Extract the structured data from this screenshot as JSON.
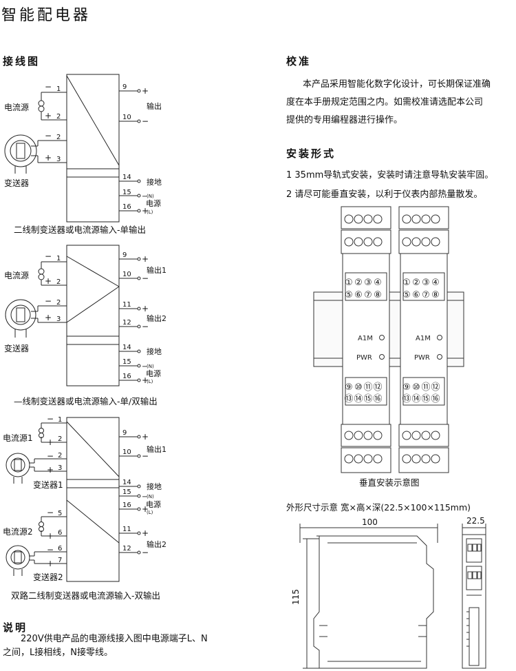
{
  "title": "智能配电器",
  "wiring": {
    "heading": "接线图",
    "d1": {
      "caption": "二线制变送器或电流源输入-单输出",
      "source": "电流源",
      "transmitter": "变送器",
      "left_terms": [
        "1",
        "2",
        "2",
        "3"
      ],
      "right_terms": [
        "9",
        "10",
        "14",
        "15",
        "16"
      ],
      "out_label": "输出",
      "ground": "接地",
      "power": "电源",
      "n_mark": "(N)",
      "l_mark": "(L)"
    },
    "d2": {
      "caption": "—线制变送器或电流源输入-单/双输出",
      "source": "电流源",
      "transmitter": "变送器",
      "left_terms": [
        "1",
        "2",
        "2",
        "3"
      ],
      "right_terms": [
        "9",
        "10",
        "11",
        "12",
        "14",
        "15",
        "16"
      ],
      "out1": "输出1",
      "out2": "输出2",
      "ground": "接地",
      "power": "电源",
      "n_mark": "(N)",
      "l_mark": "(L)"
    },
    "d3": {
      "caption": "双路二线制变送器或电流源输入-双输出",
      "source1": "电流源1",
      "transmitter1": "变送器1",
      "source2": "电流源2",
      "transmitter2": "变送器2",
      "left_terms": [
        "1",
        "2",
        "2",
        "3",
        "5",
        "6",
        "6",
        "7"
      ],
      "right_terms": [
        "9",
        "10",
        "14",
        "15",
        "16",
        "11",
        "12"
      ],
      "out1": "输出1",
      "out2": "输出2",
      "ground": "接地",
      "power": "电源",
      "n_mark": "(N)",
      "l_mark": "(L)"
    }
  },
  "explain": {
    "heading": "说明",
    "line1": "220V供电产品的电源线接入图中电源端子L、N",
    "line2": "之间，L接相线，N接零线。"
  },
  "calibration": {
    "heading": "校准",
    "line1": "本产品采用智能化数字化设计，可长期保证准确",
    "line2": "度在本手册规定范围之内。如需校准请选配本公司",
    "line3": "提供的专用编程器进行操作。"
  },
  "install": {
    "heading": "安装形式",
    "line1": "1 35mm导轨式安装，安装时请注意导轨安装牢固。",
    "line2": "2 请尽可能垂直安装，以利于仪表内部热量散发。",
    "caption": "垂直安装示意图",
    "top_numbers": [
      "①",
      "②",
      "③",
      "④",
      "⑤",
      "⑥",
      "⑦",
      "⑧"
    ],
    "bottom_numbers": [
      "⑨",
      "⑩",
      "⑪",
      "⑫",
      "⑬",
      "⑭",
      "⑮",
      "⑯"
    ],
    "led1": "A1M",
    "led2": "PWR"
  },
  "dimensions": {
    "caption": "外形尺寸示意 宽×高×深(22.5×100×115mm)",
    "width_label": "100",
    "height_label": "115",
    "depth_label": "22.5"
  }
}
